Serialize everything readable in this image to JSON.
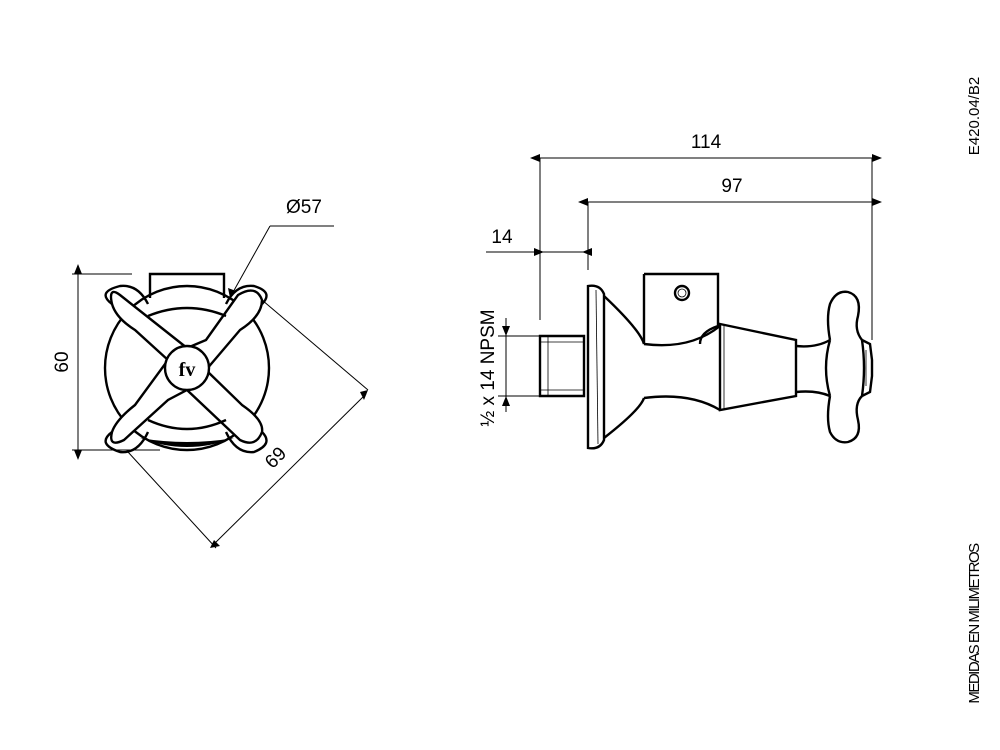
{
  "code": "E420.04/B2",
  "units_note": "MEDIDAS EN MILIMETROS",
  "logo_text": "fv",
  "front_view": {
    "diameter_label": "Ø57",
    "height_label": "60",
    "diagonal_label": "69"
  },
  "side_view": {
    "total_length_label": "114",
    "body_length_label": "97",
    "thread_length_label": "14",
    "thread_spec_label": "½ x 14 NPSM"
  }
}
